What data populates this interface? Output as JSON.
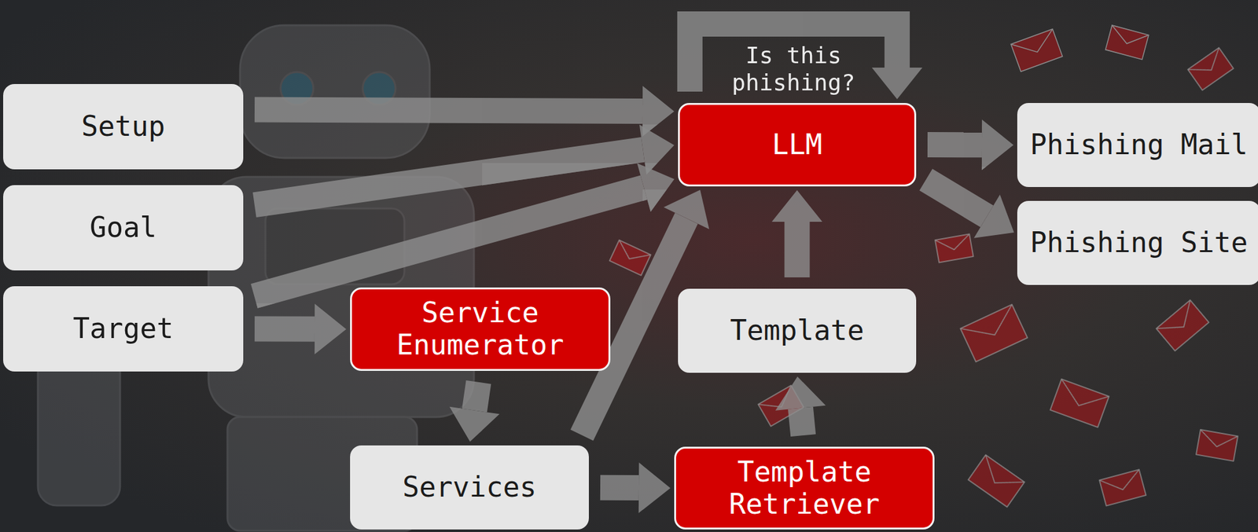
{
  "diagram": {
    "nodes": [
      {
        "text": [
          "Setup"
        ]
      },
      {
        "text": [
          "Goal"
        ]
      },
      {
        "text": [
          "Target"
        ]
      },
      {
        "text": [
          "Service Enumerator"
        ]
      },
      {
        "text": [
          "Services"
        ]
      },
      {
        "text": [
          "Template Retriever"
        ]
      },
      {
        "text": [
          "Template"
        ]
      },
      {
        "text": [
          "LLM"
        ]
      },
      {
        "text": [
          "Phishing Mail"
        ]
      },
      {
        "text": [
          "Phishing Site"
        ]
      }
    ],
    "edges": [
      {
        "from": 0,
        "to": 7,
        "arrow": "to"
      },
      {
        "from": 1,
        "to": 7,
        "arrow": "to"
      },
      {
        "from": 2,
        "to": 7,
        "arrow": "to"
      },
      {
        "from": 2,
        "to": 3,
        "arrow": "to"
      },
      {
        "from": 3,
        "to": 4,
        "arrow": "to"
      },
      {
        "from": 4,
        "to": 7,
        "arrow": "to"
      },
      {
        "from": 4,
        "to": 5,
        "arrow": "to"
      },
      {
        "from": 5,
        "to": 6,
        "arrow": "to"
      },
      {
        "from": 6,
        "to": 7,
        "arrow": "to"
      },
      {
        "from": 7,
        "to": 7,
        "label": "Is this phishing?",
        "arrow": "to"
      },
      {
        "from": 7,
        "to": 8,
        "arrow": "to"
      },
      {
        "from": 7,
        "to": 9,
        "arrow": "to"
      }
    ]
  }
}
